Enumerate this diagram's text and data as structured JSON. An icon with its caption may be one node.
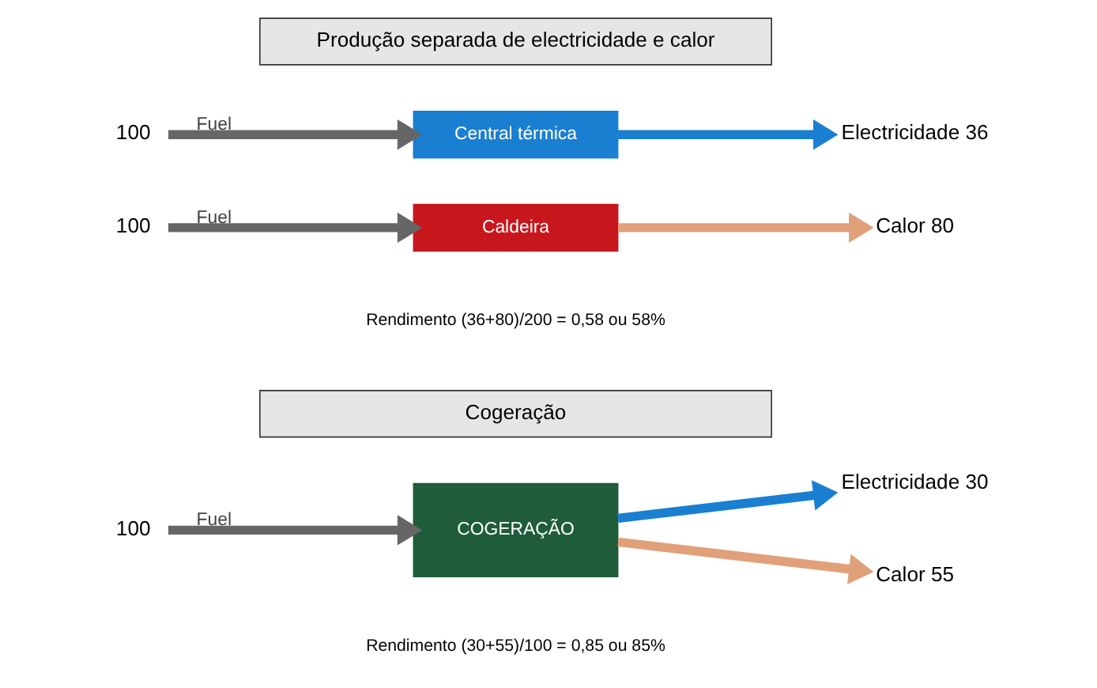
{
  "diagram": {
    "nodes": [
      {
        "text": [
          "Produção separada de electricidade e calor"
        ]
      },
      {
        "text": [
          "100"
        ]
      },
      {
        "text": [
          "Central térmica"
        ]
      },
      {
        "text": [
          "Electricidade 36"
        ]
      },
      {
        "text": [
          "100"
        ]
      },
      {
        "text": [
          "Caldeira"
        ]
      },
      {
        "text": [
          "Calor 80"
        ]
      },
      {
        "text": [
          "Cogeração"
        ]
      },
      {
        "text": [
          "100"
        ]
      },
      {
        "text": [
          "COGERAÇÃO"
        ]
      },
      {
        "text": [
          "Electricidade 30"
        ]
      },
      {
        "text": [
          "Calor 55"
        ]
      }
    ],
    "edges": [
      {
        "from": 1,
        "to": 2,
        "arrow": "to",
        "label": "Fuel",
        "color": "#666666"
      },
      {
        "from": 2,
        "to": 3,
        "arrow": "to",
        "color": "#1a7fd0"
      },
      {
        "from": 4,
        "to": 5,
        "arrow": "to",
        "label": "Fuel",
        "color": "#666666"
      },
      {
        "from": 5,
        "to": 6,
        "arrow": "to",
        "color": "#e0a07a"
      },
      {
        "from": 8,
        "to": 9,
        "arrow": "to",
        "label": "Fuel",
        "color": "#666666"
      },
      {
        "from": 9,
        "to": 10,
        "arrow": "to",
        "color": "#1a7fd0"
      },
      {
        "from": 9,
        "to": 11,
        "arrow": "to",
        "color": "#e0a07a"
      }
    ],
    "labels": [
      "Rendimento (36+80)/200 = 0,58 ou 58%",
      "Rendimento (30+55)/100 = 0,85 ou 85%"
    ]
  }
}
